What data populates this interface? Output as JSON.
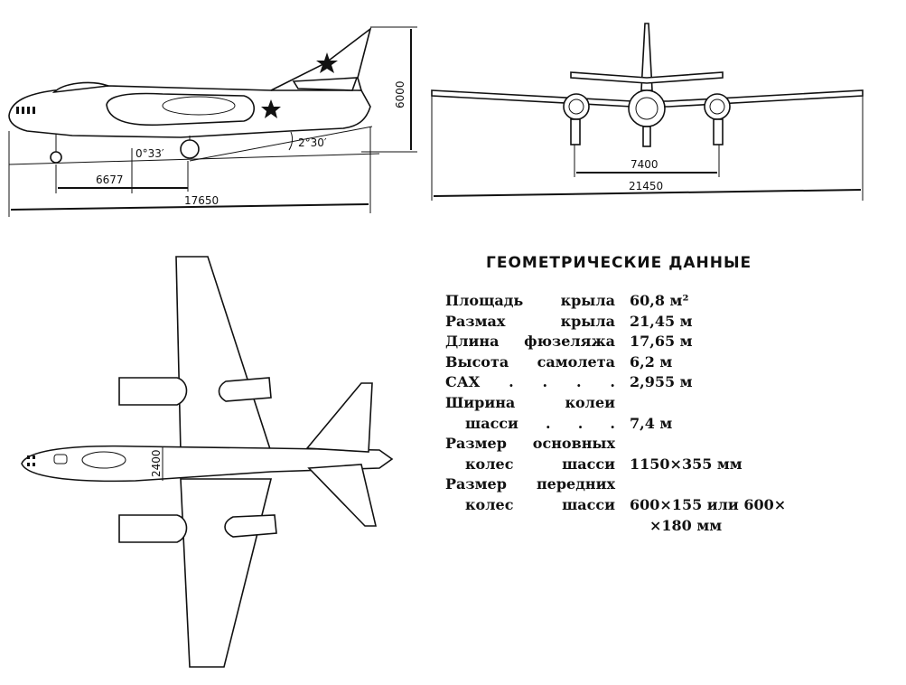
{
  "side_view": {
    "dimensions": {
      "height": "6000",
      "wheel_base": "6677",
      "length": "17650",
      "angle_small": "0°33′",
      "angle_tail": "2°30′"
    }
  },
  "front_view": {
    "dimensions": {
      "track": "7400",
      "span": "21450"
    }
  },
  "plan_view": {
    "dimensions": {
      "fuselage_width": "2400"
    }
  },
  "geometry": {
    "title": "ГЕОМЕТРИЧЕСКИЕ ДАННЫЕ",
    "rows": [
      {
        "label_words": [
          "Площадь",
          "крыла"
        ],
        "value": "60,8 м²"
      },
      {
        "label_words": [
          "Размах",
          "крыла"
        ],
        "value": "21,45 м"
      },
      {
        "label_words": [
          "Длина",
          "фюзеляжа"
        ],
        "value": "17,65 м"
      },
      {
        "label_words": [
          "Высота",
          "самолета"
        ],
        "value": "6,2 м"
      },
      {
        "label_words": [
          "САХ",
          ".",
          ".",
          ".",
          "."
        ],
        "value": "2,955 м"
      },
      {
        "label_words": [
          "Ширина",
          "колеи"
        ],
        "value": ""
      },
      {
        "label_words": [
          "шасси",
          ".",
          ".",
          "."
        ],
        "value": "7,4 м",
        "indent": true
      },
      {
        "label_words": [
          "Размер",
          "основных"
        ],
        "value": ""
      },
      {
        "label_words": [
          "колес",
          "шасси"
        ],
        "value": "1150×355 мм",
        "indent": true
      },
      {
        "label_words": [
          "Размер",
          "передних"
        ],
        "value": ""
      },
      {
        "label_words": [
          "колес",
          "шасси"
        ],
        "value": "600×155 или 600×",
        "indent": true
      },
      {
        "label_words": [],
        "value": "×180 мм",
        "value_indent": true
      }
    ]
  }
}
